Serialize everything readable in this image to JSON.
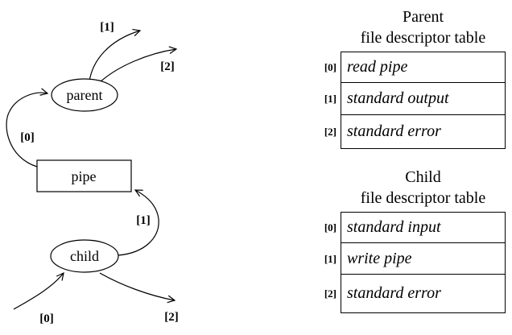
{
  "figure": {
    "background_color": "#ffffff",
    "ink_color": "#000000"
  },
  "diagram": {
    "nodes": {
      "parent": "parent",
      "pipe": "pipe",
      "child": "child"
    },
    "edge_labels": {
      "parent_stdout": "[1]",
      "parent_stderr": "[2]",
      "parent_read_pipe": "[0]",
      "child_write_pipe": "[1]",
      "child_stdin": "[0]",
      "child_stderr": "[2]"
    }
  },
  "parent_table": {
    "title_line1": "Parent",
    "title_line2": "file descriptor table",
    "rows": [
      {
        "index": "[0]",
        "value": "read pipe"
      },
      {
        "index": "[1]",
        "value": "standard output"
      },
      {
        "index": "[2]",
        "value": "standard error"
      }
    ]
  },
  "child_table": {
    "title_line1": "Child",
    "title_line2": "file descriptor table",
    "rows": [
      {
        "index": "[0]",
        "value": "standard input"
      },
      {
        "index": "[1]",
        "value": "write pipe"
      },
      {
        "index": "[2]",
        "value": "standard error"
      }
    ]
  }
}
